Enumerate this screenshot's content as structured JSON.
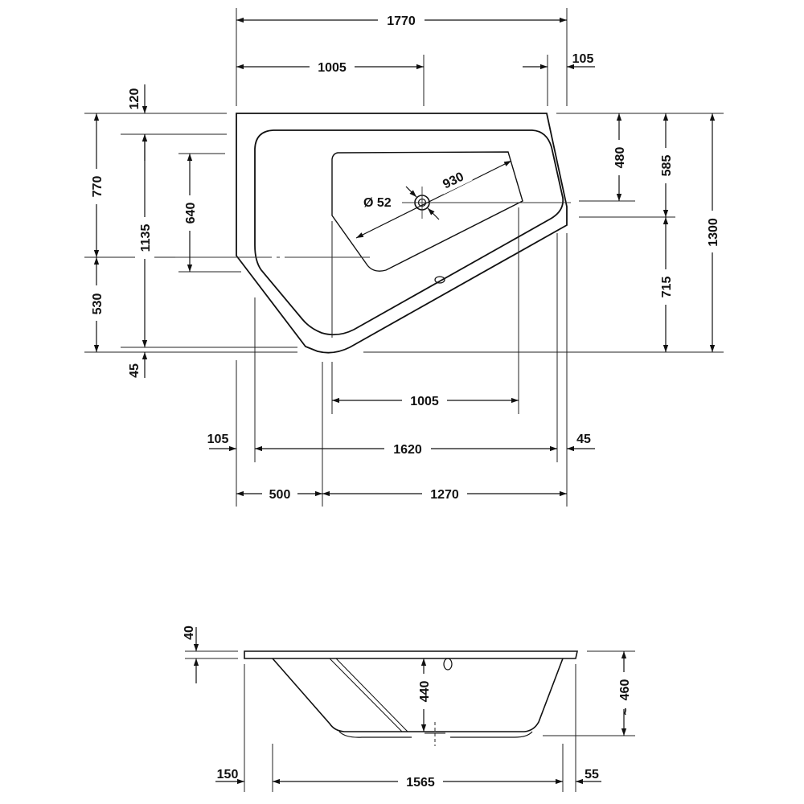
{
  "plan_view": {
    "overall_width": "1770",
    "width_left_to_drain": "1005",
    "offset_right_top": "105",
    "offset_top_left": "120",
    "depth_left_upper": "770",
    "depth_left_lower": "530",
    "offset_bottom_left": "45",
    "inner_depth_left": "1135",
    "basin_depth_left": "640",
    "drain_diameter": "Ø 52",
    "diagonal_length": "930",
    "depth_right_upper": "480",
    "depth_right_mid": "585",
    "depth_right_lower": "715",
    "overall_depth": "1300",
    "basin_width_bottom": "1005",
    "offset_left_bottom": "105",
    "inner_width": "1620",
    "offset_right_bottom": "45",
    "width_left_segment": "500",
    "width_right_segment": "1270"
  },
  "section_view": {
    "rim_thickness": "40",
    "inner_depth": "440",
    "overall_height": "460",
    "approx_symbol": "~",
    "offset_left": "150",
    "bottom_width": "1565",
    "offset_right": "55"
  }
}
